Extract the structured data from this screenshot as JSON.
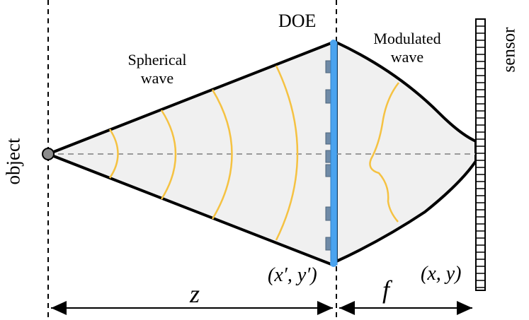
{
  "labels": {
    "doe": "DOE",
    "spherical_line1": "Spherical",
    "spherical_line2": "wave",
    "modulated_line1": "Modulated",
    "modulated_line2": "wave",
    "object": "object",
    "sensor": "sensor",
    "doe_coords": "(x′, y′)",
    "sensor_coords": "(x, y)",
    "distance_z": "z",
    "distance_f": "f"
  },
  "colors": {
    "wavefront": "#f5c242",
    "doe_element": "#4aa3ef",
    "doe_step": "#6f8aa6",
    "region_fill": "#f0f0f0",
    "outline": "#000000",
    "axis": "#9a9a9a",
    "object_dot": "#8c8c8c"
  }
}
